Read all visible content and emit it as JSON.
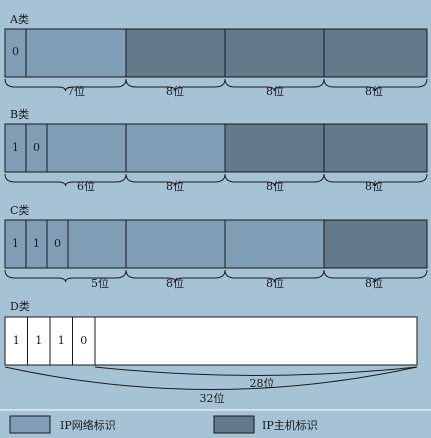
{
  "colors": {
    "background": "#a6c3d6",
    "network": "#809fb6",
    "host": "#637a8b",
    "white_cell": "#ffffff",
    "stroke": "#1a1a1a"
  },
  "classes": [
    {
      "name": "A类",
      "bits": [
        "0"
      ],
      "segments": [
        {
          "type": "network"
        },
        {
          "type": "host"
        },
        {
          "type": "host"
        },
        {
          "type": "host"
        }
      ],
      "brace_labels": [
        "7位",
        "8位",
        "8位",
        "8位"
      ]
    },
    {
      "name": "B类",
      "bits": [
        "1",
        "0"
      ],
      "segments": [
        {
          "type": "network"
        },
        {
          "type": "network"
        },
        {
          "type": "host"
        },
        {
          "type": "host"
        }
      ],
      "brace_labels": [
        "6位",
        "8位",
        "8位",
        "8位"
      ]
    },
    {
      "name": "C类",
      "bits": [
        "1",
        "1",
        "0"
      ],
      "segments": [
        {
          "type": "network"
        },
        {
          "type": "network"
        },
        {
          "type": "network"
        },
        {
          "type": "host"
        }
      ],
      "brace_labels": [
        "5位",
        "8位",
        "8位",
        "8位"
      ]
    },
    {
      "name": "D类",
      "bits": [
        "1",
        "1",
        "1",
        "0"
      ],
      "labels": [
        "28位",
        "32位"
      ]
    }
  ],
  "legend": {
    "network_label": "IP网络标识",
    "host_label": "IP主机标识"
  }
}
